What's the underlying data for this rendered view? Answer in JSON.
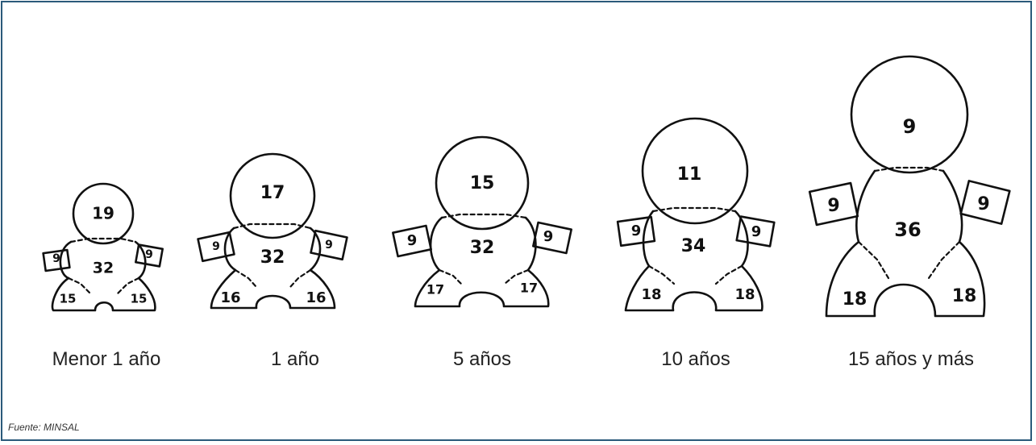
{
  "figures": [
    {
      "label": "Menor 1 año",
      "head": "19",
      "arm_left": "9",
      "arm_right": "9",
      "trunk": "32",
      "leg_left": "15",
      "leg_right": "15"
    },
    {
      "label": "1 año",
      "head": "17",
      "arm_left": "9",
      "arm_right": "9",
      "trunk": "32",
      "leg_left": "16",
      "leg_right": "16"
    },
    {
      "label": "5 años",
      "head": "15",
      "arm_left": "9",
      "arm_right": "9",
      "trunk": "32",
      "leg_left": "17",
      "leg_right": "17"
    },
    {
      "label": "10 años",
      "head": "11",
      "arm_left": "9",
      "arm_right": "9",
      "trunk": "34",
      "leg_left": "18",
      "leg_right": "18"
    },
    {
      "label": "15 años y más",
      "head": "9",
      "arm_left": "9",
      "arm_right": "9",
      "trunk": "36",
      "leg_left": "18",
      "leg_right": "18"
    }
  ],
  "source": "Fuente: MINSAL"
}
